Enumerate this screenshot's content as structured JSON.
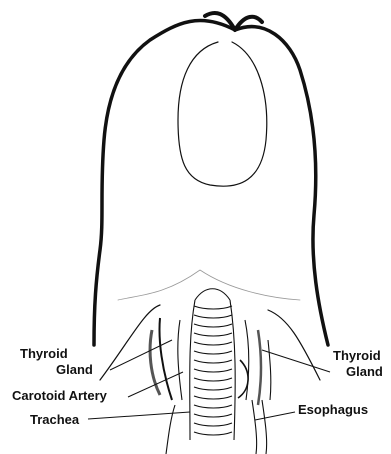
{
  "labels": {
    "thyroid_left_1": "Thyroid",
    "thyroid_left_2": "Gland",
    "carotid": "Carotoid Artery",
    "trachea": "Trachea",
    "thyroid_right_1": "Thyroid",
    "thyroid_right_2": "Gland",
    "esophagus": "Esophagus"
  },
  "colors": {
    "ink": "#111111",
    "background": "#ffffff",
    "muscle": "#6b6b6b"
  }
}
